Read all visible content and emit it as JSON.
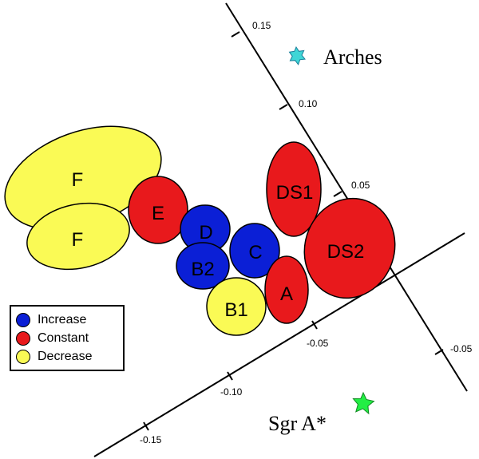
{
  "colors": {
    "increase": "#0b1fd6",
    "constant": "#e8191c",
    "decrease": "#fafa55",
    "arches_marker": "#3fd6d6",
    "sgra_marker": "#22ee44",
    "stroke": "#000000"
  },
  "objects": {
    "arches_label": "Arches",
    "sgra_label": "Sgr A*"
  },
  "axis1": {
    "ticks": [
      "0.15",
      "0.10",
      "0.05",
      "-0.05"
    ]
  },
  "axis2": {
    "ticks": [
      "-0.05",
      "-0.10",
      "-0.15"
    ]
  },
  "regions": [
    {
      "label": "F",
      "category": "decrease"
    },
    {
      "label": "F",
      "category": "decrease"
    },
    {
      "label": "E",
      "category": "constant"
    },
    {
      "label": "D",
      "category": "increase"
    },
    {
      "label": "B2",
      "category": "increase"
    },
    {
      "label": "C",
      "category": "increase"
    },
    {
      "label": "B1",
      "category": "decrease"
    },
    {
      "label": "A",
      "category": "constant"
    },
    {
      "label": "DS1",
      "category": "constant"
    },
    {
      "label": "DS2",
      "category": "constant"
    }
  ],
  "legend": {
    "items": [
      {
        "label": "Increase",
        "category": "increase"
      },
      {
        "label": "Constant",
        "category": "constant"
      },
      {
        "label": "Decrease",
        "category": "decrease"
      }
    ]
  }
}
